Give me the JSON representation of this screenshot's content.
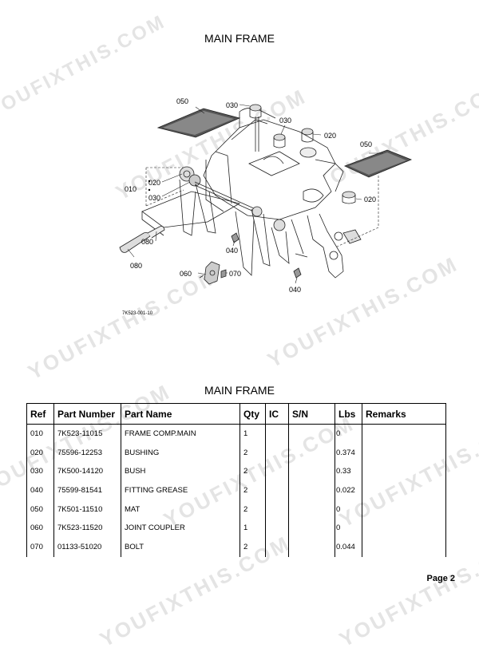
{
  "document": {
    "title": "MAIN FRAME",
    "table_title": "MAIN FRAME",
    "page_label": "Page 2",
    "watermark_text": "YOUFIXTHIS.COM"
  },
  "diagram": {
    "figure_code": "7K523-001-10",
    "callouts": {
      "c050a": "050",
      "c030a": "030",
      "c030b": "030",
      "c020a": "020",
      "c050b": "050",
      "c010": "010",
      "c020b": "020",
      "c030c": "030",
      "c020c": "020",
      "c080a": "080",
      "c080b": "080",
      "c040a": "040",
      "c060": "060",
      "c070": "070",
      "c040b": "040"
    }
  },
  "table": {
    "headers": {
      "ref": "Ref",
      "part_number": "Part Number",
      "part_name": "Part Name",
      "qty": "Qty",
      "ic": "IC",
      "sn": "S/N",
      "lbs": "Lbs",
      "remarks": "Remarks"
    },
    "rows": [
      {
        "ref": "010",
        "part_number": "7K523-11015",
        "part_name": "FRAME COMP.MAIN",
        "qty": "1",
        "ic": "",
        "sn": "",
        "lbs": "0",
        "remarks": ""
      },
      {
        "ref": "020",
        "part_number": "75596-12253",
        "part_name": "BUSHING",
        "qty": "2",
        "ic": "",
        "sn": "",
        "lbs": "0.374",
        "remarks": ""
      },
      {
        "ref": "030",
        "part_number": "7K500-14120",
        "part_name": "BUSH",
        "qty": "2",
        "ic": "",
        "sn": "",
        "lbs": "0.33",
        "remarks": ""
      },
      {
        "ref": "040",
        "part_number": "75599-81541",
        "part_name": "FITTING GREASE",
        "qty": "2",
        "ic": "",
        "sn": "",
        "lbs": "0.022",
        "remarks": ""
      },
      {
        "ref": "050",
        "part_number": "7K501-11510",
        "part_name": "MAT",
        "qty": "2",
        "ic": "",
        "sn": "",
        "lbs": "0",
        "remarks": ""
      },
      {
        "ref": "060",
        "part_number": "7K523-11520",
        "part_name": "JOINT COUPLER",
        "qty": "1",
        "ic": "",
        "sn": "",
        "lbs": "0",
        "remarks": ""
      },
      {
        "ref": "070",
        "part_number": "01133-51020",
        "part_name": "BOLT",
        "qty": "2",
        "ic": "",
        "sn": "",
        "lbs": "0.044",
        "remarks": ""
      }
    ]
  }
}
